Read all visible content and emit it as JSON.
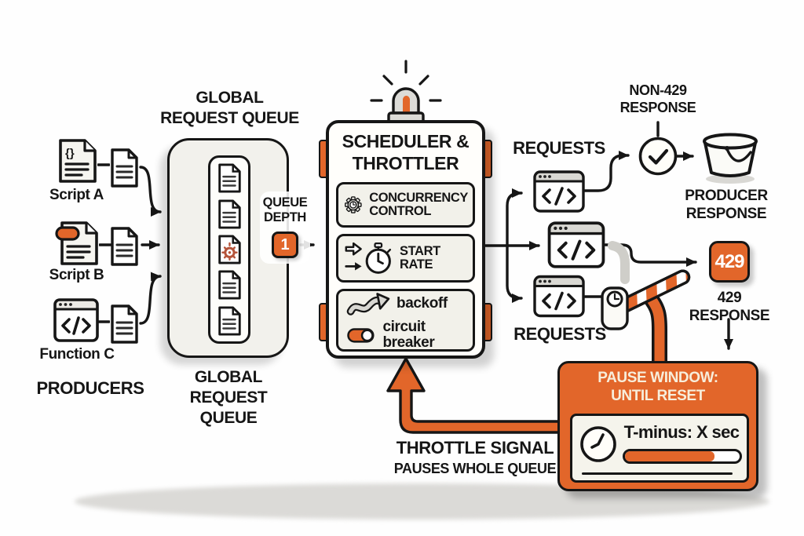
{
  "producers": {
    "section_label": "PRODUCERS",
    "items": [
      {
        "label": "Script A"
      },
      {
        "label": "Script B"
      },
      {
        "label": "Function C"
      }
    ]
  },
  "queue": {
    "top_title_lines": [
      "GLOBAL",
      "REQUEST QUEUE"
    ],
    "bottom_label_lines": [
      "GLOBAL",
      "REQUEST",
      "QUEUE"
    ],
    "depth": {
      "label_lines": [
        "QUEUE",
        "DEPTH"
      ],
      "value": "1"
    }
  },
  "scheduler": {
    "title_lines": [
      "SCHEDULER &",
      "THROTTLER"
    ],
    "concurrency_lines": [
      "CONCURRENCY",
      "CONTROL"
    ],
    "start_rate_lines": [
      "START",
      "RATE"
    ],
    "backoff_label": "backoff",
    "circuit_breaker_label": "circuit breaker"
  },
  "requests": {
    "top_label": "REQUESTS",
    "bottom_label": "REQUESTS"
  },
  "outcomes": {
    "non429_lines": [
      "NON-429",
      "RESPONSE"
    ],
    "producer_response_lines": [
      "PRODUCER",
      "RESPONSE"
    ],
    "status_429": "429",
    "response_429_lines": [
      "429",
      "RESPONSE"
    ]
  },
  "pause_window": {
    "title_lines": [
      "PAUSE WINDOW:",
      "UNTIL RESET"
    ],
    "timer_label": "T-minus: X sec",
    "progress_pct": 78
  },
  "throttle_signal": {
    "line1": "THROTTLE SIGNAL",
    "line2": "PAUSES WHOLE QUEUE"
  },
  "colors": {
    "orange": "#E2662A",
    "cream": "#F7EEDB",
    "ink": "#161616",
    "panel": "#F2F1EA"
  }
}
